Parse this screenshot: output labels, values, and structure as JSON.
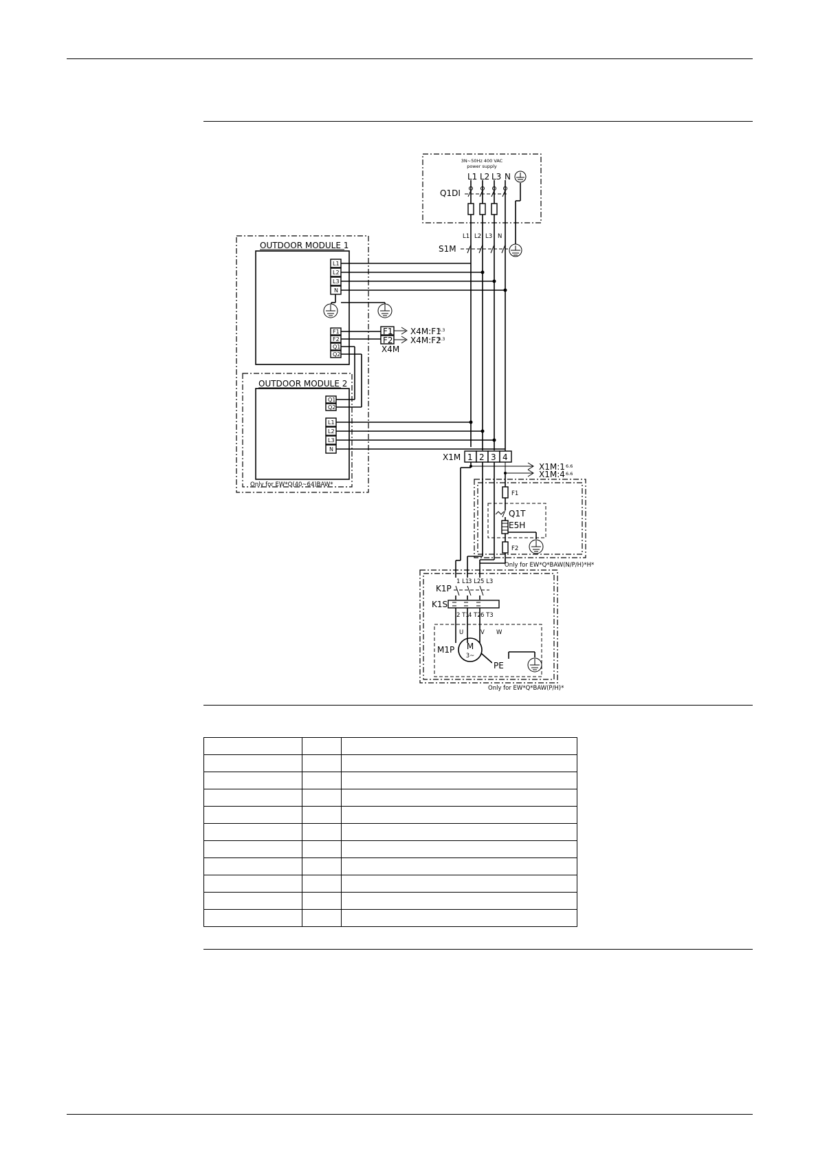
{
  "diagram": {
    "supply": {
      "line1": "3N~50Hz 400 VAC",
      "line2": "power supply"
    },
    "phases": [
      "L1",
      "L2",
      "L3",
      "N"
    ],
    "q1di": "Q1DI",
    "s1m": "S1M",
    "module1": {
      "title": "OUTDOOR MODULE 1",
      "power_terms": [
        "L1",
        "L2",
        "L3",
        "N"
      ],
      "comm_terms": [
        "F1",
        "F2",
        "Q1",
        "Q2"
      ]
    },
    "module2": {
      "title": "OUTDOOR MODULE 2",
      "comm_terms": [
        "Q1",
        "Q2"
      ],
      "power_terms": [
        "L1",
        "L2",
        "L3",
        "N"
      ]
    },
    "modules_note": "Only for EW*Q(40~64)BAW*",
    "x4m": {
      "label": "X4M",
      "terms": [
        "F1",
        "F2"
      ],
      "ref1": "X4M:F1",
      "ref2": "X4M:F2",
      "sheet": "6.3"
    },
    "x1m": {
      "label": "X1M",
      "terms": [
        "1",
        "2",
        "3",
        "4"
      ],
      "ref1": "X1M:1",
      "ref2": "X1M:4",
      "sheet": "6.6"
    },
    "heater": {
      "f1": "F1",
      "q1t": "Q1T",
      "e5h": "E5H",
      "f2": "F2",
      "note": "Only for EW*Q*BAW(N/P/H)*H*"
    },
    "pump": {
      "k1p": "K1P",
      "k1s": "K1S",
      "m1p": "M1P",
      "pe": "PE",
      "in_terms": [
        "1 L1",
        "3 L2",
        "5 L3"
      ],
      "out_terms": [
        "2 T1",
        "4 T2",
        "6 T3"
      ],
      "uvw": [
        "U",
        "V",
        "W"
      ],
      "motor_m": "M",
      "motor_sub": "3~",
      "note": "Only for EW*Q*BAW(P/H)*"
    }
  },
  "legend_table": {
    "rows": 11,
    "columns": 3
  }
}
